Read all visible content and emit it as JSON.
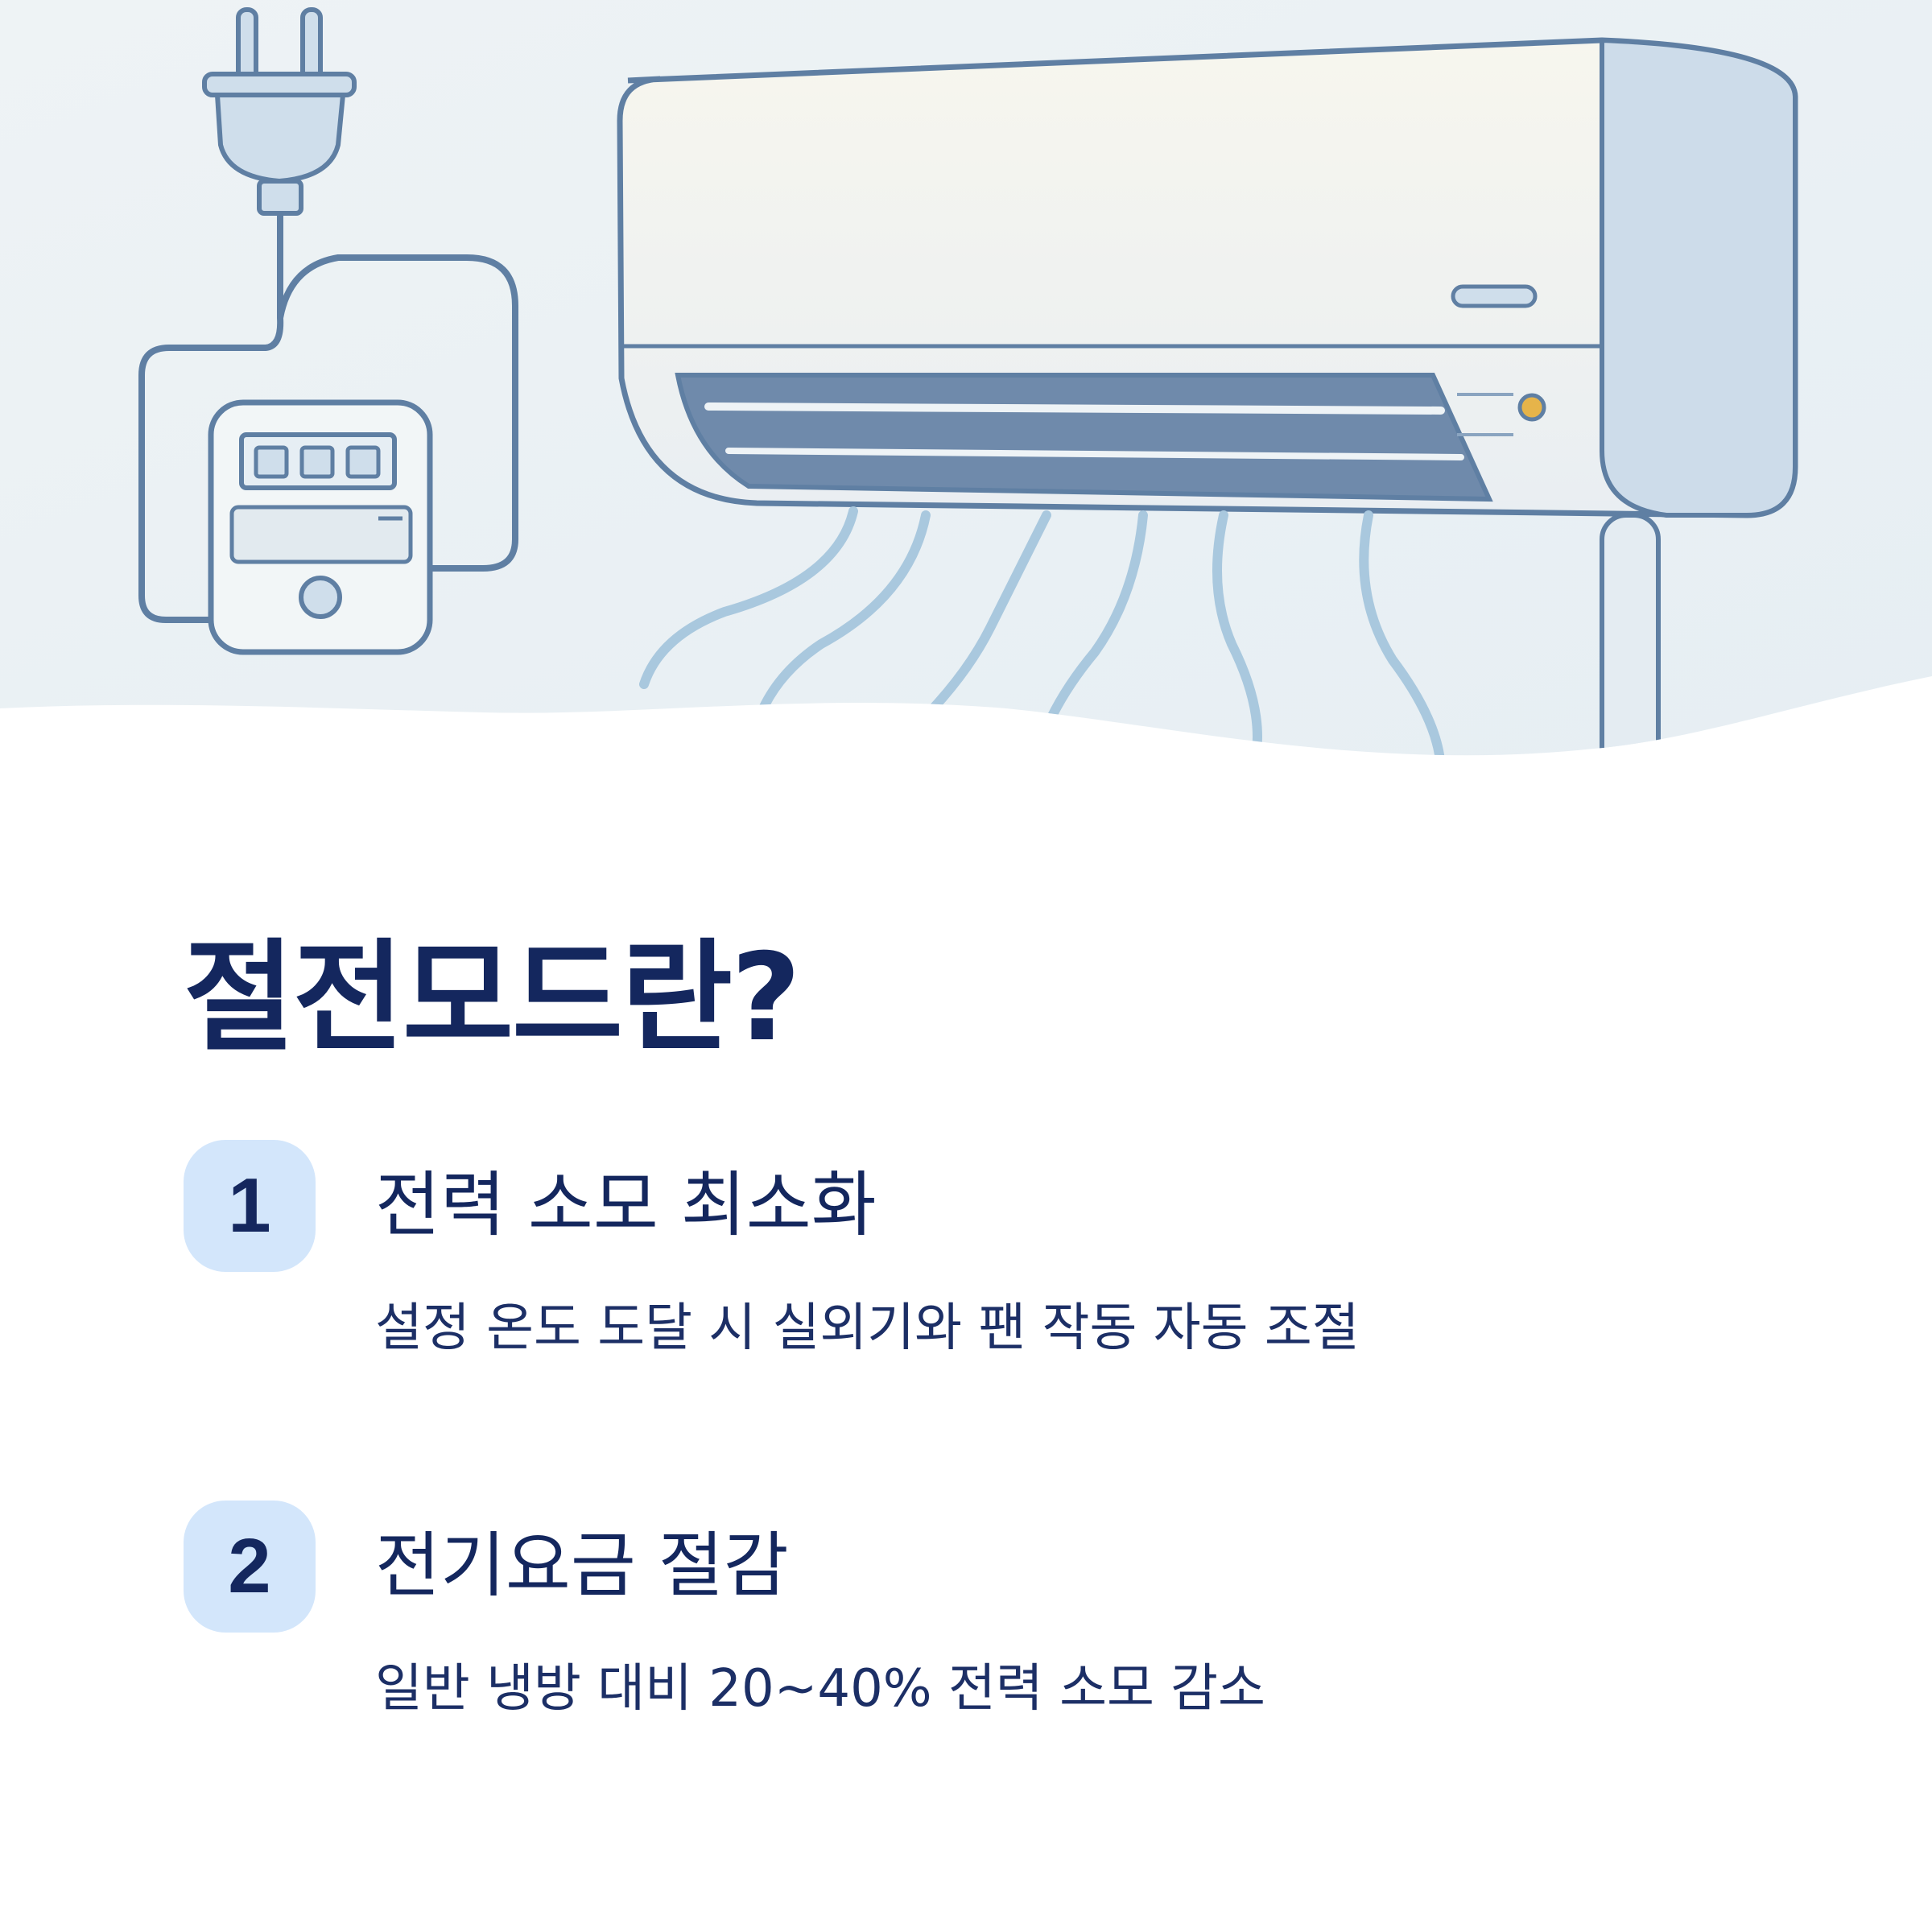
{
  "page": {
    "title": "절전모드란?"
  },
  "illustration": {
    "icons": [
      "plug-icon",
      "power-meter-icon",
      "air-conditioner-icon",
      "airflow-icon"
    ],
    "colors": {
      "outline": "#5f7fa3",
      "light_blue": "#cfdeeb",
      "panel": "#f6f5ec",
      "vent_dark": "#6f8aab",
      "airflow": "#a9c8de",
      "indicator": "#e6b44a"
    }
  },
  "items": [
    {
      "number": "1",
      "title": "전력 소모 최소화",
      "description": "설정 온도 도달 시 실외기와 팬 작동 자동 조절"
    },
    {
      "number": "2",
      "title": "전기요금 절감",
      "description": "일반 냉방 대비 20~40% 전력 소모 감소"
    }
  ],
  "colors": {
    "title": "#14275e",
    "badge_bg": "#d3e6fb",
    "background": "#ffffff"
  }
}
